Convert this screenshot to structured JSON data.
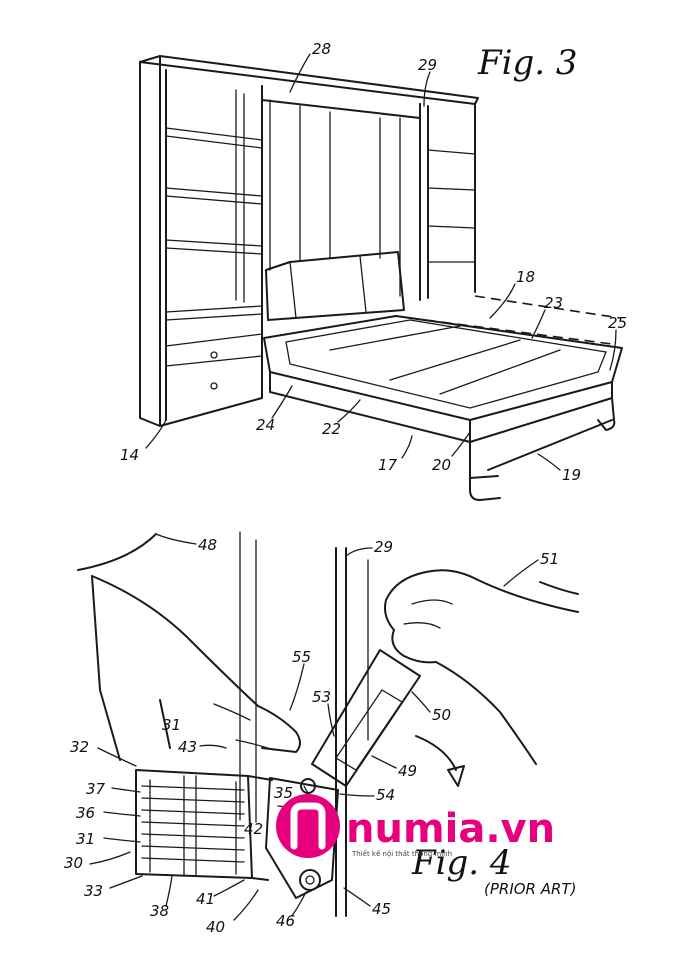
{
  "figures": {
    "fig3": {
      "caption": "Fig. 3"
    },
    "fig4": {
      "caption": "Fig. 4",
      "note": "(PRIOR ART)"
    }
  },
  "labels_fig3": [
    "28",
    "29",
    "18",
    "23",
    "25",
    "14",
    "24",
    "22",
    "17",
    "20",
    "19"
  ],
  "labels_fig4": [
    "48",
    "29",
    "51",
    "55",
    "53",
    "50",
    "31",
    "32",
    "43",
    "49",
    "35",
    "54",
    "37",
    "36",
    "42",
    "31",
    "30",
    "33",
    "41",
    "38",
    "40",
    "46",
    "45"
  ],
  "watermark": {
    "brand": "numia.vn",
    "slogan": "Thiết kế nội thất thông minh",
    "color": "#e6007e"
  }
}
